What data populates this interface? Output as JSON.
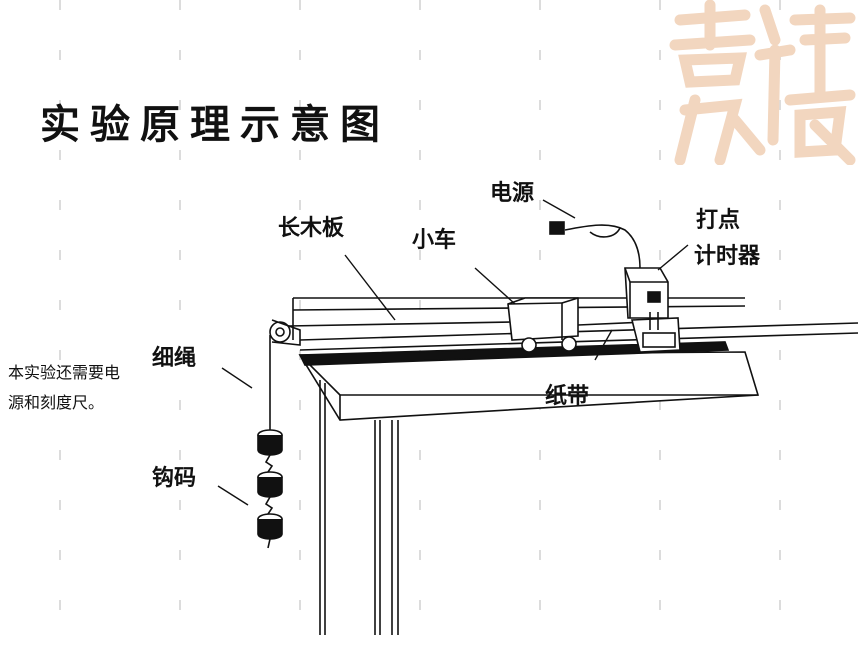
{
  "title": "实验原理示意图",
  "labels": {
    "board": "长木板",
    "cart": "小车",
    "power": "电源",
    "timer_line1": "打点",
    "timer_line2": "计时器",
    "rope": "细绳",
    "tape": "纸带",
    "weights": "钩码"
  },
  "note": "本实验还需要电源和刻度尺。",
  "watermark": "吉祥如意",
  "colors": {
    "watermark": "#f4d9c4",
    "dashes": "#d9d9d9",
    "ink": "#111111"
  }
}
